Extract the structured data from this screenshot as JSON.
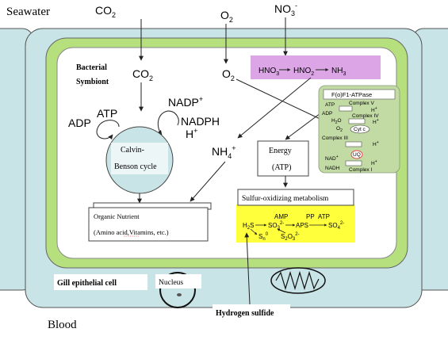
{
  "labels": {
    "seawater": "Seawater",
    "blood": "Blood",
    "co2_top": "CO",
    "co2_top_sub": "2",
    "o2_top": "O",
    "o2_top_sub": "2",
    "no3_top": "NO",
    "no3_top_sub": "3",
    "no3_top_sup": "-",
    "bacterial": "Bacterial",
    "symbiont": "Symbiont",
    "co2_inner": "CO",
    "co2_inner_sub": "2",
    "o2_inner": "O",
    "o2_inner_sub": "2",
    "hno3": "HNO",
    "hno3_sub": "3",
    "hno2": "HNO",
    "hno2_sub": "2",
    "nh3": "NH",
    "nh3_sub": "3",
    "atp": "ATP",
    "adp": "ADP",
    "nadp": "NADP",
    "nadp_sup": "+",
    "nadph": "NADPH",
    "h_plus": "H",
    "h_plus_sup": "+",
    "calvin_line1": "Calvin-",
    "calvin_line2": "Benson cycle",
    "nh4": "NH",
    "nh4_sub": "4",
    "nh4_sup": "+",
    "energy_line1": "Energy",
    "energy_line2": "(ATP)",
    "sulfur_box": "Sulfur-oxidizing metabolism",
    "organic_line1": "Organic Nutrient",
    "organic_line2": "(Amino acid,Vitamins, etc.)",
    "gill_cell": "Gill epithelial cell",
    "nucleus": "Nucleus",
    "hydrogen_sulfide": "Hydrogen sulfide"
  },
  "atpase": {
    "title": "F(o)F1-ATPase",
    "complex_v": "Complex V",
    "complex_iv": "Complex IV",
    "complex_iii": "Complex III",
    "complex_i": "Complex I",
    "cyt_c": "Cyt c",
    "uq": "UQ",
    "atp": "ATP",
    "adp": "ADP",
    "h2o": "H",
    "h2o_sub": "2",
    "h2o_end": "O",
    "o2": "O",
    "o2_sub": "2",
    "nad": "NAD",
    "nad_sup": "+",
    "nadh": "NADH",
    "h_plus": "H",
    "h_plus_sup": "+"
  },
  "sulfur": {
    "amp": "AMP",
    "pp": "PP",
    "atp": "ATP",
    "h2s": "H",
    "h2s_sub": "2",
    "h2s_end": "S",
    "so3": "SO",
    "so3_sub": "3",
    "so3_sup": "2-",
    "aps": "APS",
    "so4": "SO",
    "so4_sub": "4",
    "so4_sup": "2-",
    "sn": "S",
    "sn_sub": "n",
    "sn_sup": "0",
    "s2o3": "S",
    "s2o3_sub": "2",
    "s2o3_mid": "O",
    "s2o3_sub2": "3",
    "s2o3_sup": "2-"
  },
  "colors": {
    "tissue": "#c8e4e6",
    "membrane": "#b6df7e",
    "bacterium_fill": "#ffffff",
    "calvin_fill": "#c8e4e6",
    "nitrate_panel": "#dca6e6",
    "atpase_panel": "#c2dba4",
    "sulfur_panel": "#ffff3c",
    "outline": "#4a4a4a"
  }
}
